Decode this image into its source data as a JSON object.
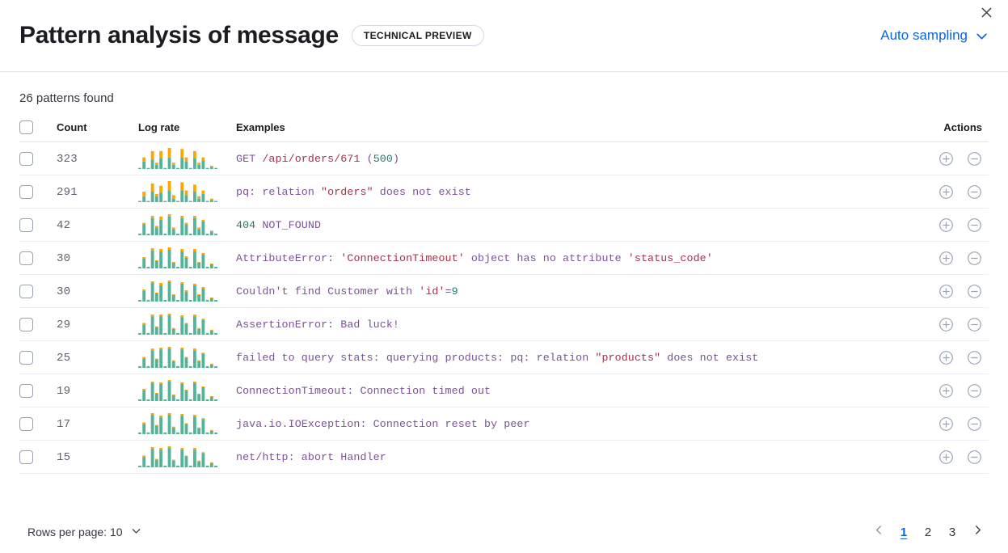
{
  "header": {
    "title": "Pattern analysis of message",
    "badge": "TECHNICAL PREVIEW",
    "sampling_label": "Auto sampling",
    "sampling_icon": "chevron-down-icon",
    "close_icon": "close-icon"
  },
  "summary": {
    "patterns_found": "26 patterns found"
  },
  "table": {
    "columns": {
      "count": "Count",
      "log_rate": "Log rate",
      "examples": "Examples",
      "actions": "Actions"
    },
    "action_icons": {
      "include": "circle-plus-icon",
      "exclude": "circle-minus-icon"
    },
    "rows": [
      {
        "count": "323",
        "example_tokens": [
          {
            "t": "GET ",
            "c": "word"
          },
          {
            "t": "/api/orders/",
            "c": "str"
          },
          {
            "t": "671",
            "c": "str"
          },
          {
            "t": " (",
            "c": "word"
          },
          {
            "t": "500",
            "c": "num"
          },
          {
            "t": ")",
            "c": "word"
          }
        ],
        "spark": {
          "teal": [
            2,
            14,
            2,
            18,
            8,
            20,
            2,
            22,
            8,
            2,
            22,
            14,
            2,
            20,
            8,
            16,
            2,
            4,
            2
          ],
          "orange": [
            0,
            8,
            0,
            16,
            4,
            14,
            0,
            18,
            4,
            0,
            16,
            8,
            0,
            14,
            4,
            6,
            0,
            2,
            0
          ]
        }
      },
      {
        "count": "291",
        "example_tokens": [
          {
            "t": "pq: relation ",
            "c": "word"
          },
          {
            "t": "\"orders\"",
            "c": "str"
          },
          {
            "t": " does not exist",
            "c": "word"
          }
        ],
        "spark": {
          "teal": [
            2,
            10,
            2,
            18,
            10,
            16,
            2,
            20,
            6,
            2,
            20,
            12,
            2,
            18,
            6,
            14,
            2,
            4,
            2
          ],
          "orange": [
            0,
            8,
            0,
            14,
            4,
            12,
            0,
            16,
            6,
            0,
            14,
            8,
            0,
            12,
            4,
            6,
            0,
            2,
            0
          ]
        }
      },
      {
        "count": "42",
        "example_tokens": [
          {
            "t": "404",
            "c": "num"
          },
          {
            "t": " NOT_FOUND",
            "c": "word"
          }
        ],
        "spark": {
          "teal": [
            2,
            14,
            2,
            22,
            10,
            20,
            2,
            24,
            8,
            2,
            22,
            14,
            2,
            22,
            8,
            18,
            2,
            5,
            2
          ],
          "orange": [
            0,
            2,
            0,
            3,
            2,
            4,
            0,
            3,
            2,
            0,
            3,
            2,
            0,
            3,
            2,
            2,
            0,
            1,
            0
          ]
        }
      },
      {
        "count": "30",
        "example_tokens": [
          {
            "t": "AttributeError: ",
            "c": "word"
          },
          {
            "t": "'ConnectionTimeout'",
            "c": "str"
          },
          {
            "t": " object has no attribute ",
            "c": "word"
          },
          {
            "t": "'status_code'",
            "c": "str"
          }
        ],
        "spark": {
          "teal": [
            2,
            12,
            2,
            22,
            9,
            21,
            2,
            23,
            7,
            2,
            21,
            13,
            2,
            21,
            7,
            17,
            2,
            5,
            2
          ],
          "orange": [
            0,
            2,
            0,
            3,
            1,
            3,
            0,
            3,
            1,
            0,
            3,
            2,
            0,
            3,
            1,
            2,
            0,
            1,
            0
          ]
        }
      },
      {
        "count": "30",
        "example_tokens": [
          {
            "t": "Couldn't find Customer with ",
            "c": "word"
          },
          {
            "t": "'id'",
            "c": "str"
          },
          {
            "t": "=",
            "c": "word"
          },
          {
            "t": "9",
            "c": "num"
          }
        ],
        "spark": {
          "teal": [
            2,
            13,
            2,
            23,
            10,
            20,
            2,
            24,
            8,
            2,
            22,
            12,
            2,
            20,
            8,
            16,
            2,
            4,
            2
          ],
          "orange": [
            0,
            2,
            0,
            2,
            1,
            3,
            0,
            2,
            1,
            0,
            2,
            2,
            0,
            2,
            1,
            2,
            0,
            1,
            0
          ]
        }
      },
      {
        "count": "29",
        "example_tokens": [
          {
            "t": "AssertionError: Bad luck!",
            "c": "word"
          }
        ],
        "spark": {
          "teal": [
            2,
            12,
            2,
            22,
            9,
            22,
            2,
            23,
            7,
            2,
            21,
            13,
            2,
            22,
            7,
            18,
            2,
            5,
            2
          ],
          "orange": [
            0,
            2,
            0,
            2,
            1,
            2,
            0,
            2,
            1,
            0,
            2,
            1,
            0,
            2,
            1,
            1,
            0,
            1,
            0
          ]
        }
      },
      {
        "count": "25",
        "example_tokens": [
          {
            "t": "failed to query stats: querying products: pq: relation ",
            "c": "word"
          },
          {
            "t": "\"products\"",
            "c": "str"
          },
          {
            "t": " does not exist",
            "c": "word"
          }
        ],
        "spark": {
          "teal": [
            2,
            11,
            2,
            21,
            10,
            22,
            2,
            23,
            8,
            2,
            22,
            12,
            2,
            21,
            8,
            17,
            2,
            4,
            2
          ],
          "orange": [
            0,
            2,
            0,
            2,
            1,
            2,
            0,
            2,
            1,
            0,
            2,
            1,
            0,
            2,
            1,
            1,
            0,
            1,
            0
          ]
        }
      },
      {
        "count": "19",
        "example_tokens": [
          {
            "t": "ConnectionTimeout: Connection timed out",
            "c": "word"
          }
        ],
        "spark": {
          "teal": [
            2,
            13,
            2,
            22,
            9,
            21,
            2,
            24,
            7,
            2,
            21,
            13,
            2,
            22,
            8,
            17,
            2,
            5,
            2
          ],
          "orange": [
            0,
            2,
            0,
            2,
            1,
            2,
            0,
            2,
            1,
            0,
            2,
            1,
            0,
            2,
            1,
            1,
            0,
            1,
            0
          ]
        }
      },
      {
        "count": "17",
        "example_tokens": [
          {
            "t": "java.io.IOException: Connection reset by peer",
            "c": "word"
          }
        ],
        "spark": {
          "teal": [
            2,
            12,
            2,
            23,
            10,
            20,
            2,
            23,
            8,
            2,
            22,
            12,
            2,
            21,
            7,
            18,
            2,
            4,
            2
          ],
          "orange": [
            0,
            2,
            0,
            2,
            1,
            2,
            0,
            2,
            1,
            0,
            2,
            1,
            0,
            2,
            1,
            1,
            0,
            1,
            0
          ]
        }
      },
      {
        "count": "15",
        "example_tokens": [
          {
            "t": "net/http: abort Handler",
            "c": "word"
          }
        ],
        "spark": {
          "teal": [
            2,
            12,
            2,
            22,
            9,
            21,
            2,
            23,
            8,
            2,
            21,
            13,
            2,
            21,
            7,
            17,
            2,
            5,
            2
          ],
          "orange": [
            0,
            2,
            0,
            2,
            1,
            2,
            0,
            2,
            1,
            0,
            2,
            1,
            0,
            2,
            1,
            1,
            0,
            1,
            0
          ]
        }
      }
    ]
  },
  "footer": {
    "rows_per_page": "Rows per page: 10",
    "rows_per_page_icon": "chevron-down-icon",
    "prev_icon": "chevron-left-icon",
    "next_icon": "chevron-right-icon",
    "pages": [
      "1",
      "2",
      "3"
    ],
    "active_page": "1"
  },
  "colors": {
    "accent_link": "#0b64dd",
    "spark_teal": "#54b399",
    "spark_orange": "#ffa500",
    "token_word": "#7c5295",
    "token_string": "#a5314a",
    "token_number": "#1f7a68"
  }
}
